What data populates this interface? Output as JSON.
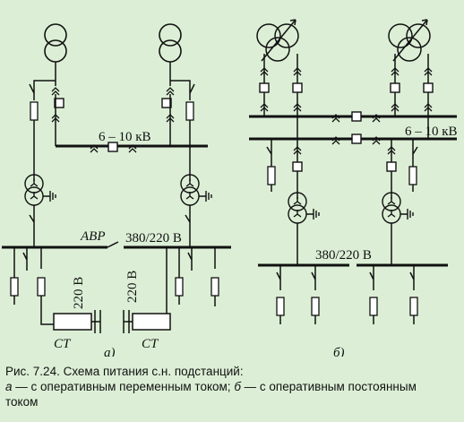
{
  "diagram": {
    "left": {
      "voltage_label": "6 – 10 кВ",
      "avr_label": "АВР",
      "lv_voltage_label": "380/220 В",
      "dc_label_left": "220 В",
      "dc_label_right": "220 В",
      "ct_left": "СТ",
      "ct_right": "СТ",
      "panel_label": "а)"
    },
    "right": {
      "voltage_label": "6 – 10 кВ",
      "lv_voltage_label": "380/220 В",
      "panel_label": "б)"
    }
  },
  "caption": {
    "line1": "Рис. 7.24. Схема питания с.н. подстанций:",
    "a_letter": "а",
    "a_text": " — с оперативным переменным током; ",
    "b_letter": "б",
    "b_text": " — с оперативным постоянным",
    "line3": "током"
  }
}
